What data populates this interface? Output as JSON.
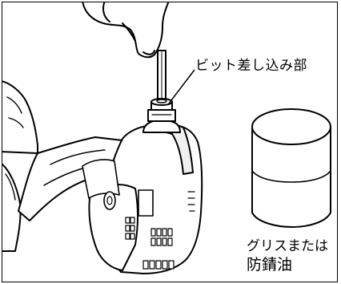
{
  "labels": {
    "bit_insertion": "ビット差し込み部",
    "grease_line1": "グリスまたは",
    "grease_line2": "防錆油"
  },
  "illustration": {
    "subjects": [
      "hand-icon",
      "impact-driver-icon",
      "grease-jar-icon"
    ],
    "colors": {
      "ink": "#000000",
      "tint": "#f0f0f0",
      "paper": "#ffffff"
    }
  }
}
